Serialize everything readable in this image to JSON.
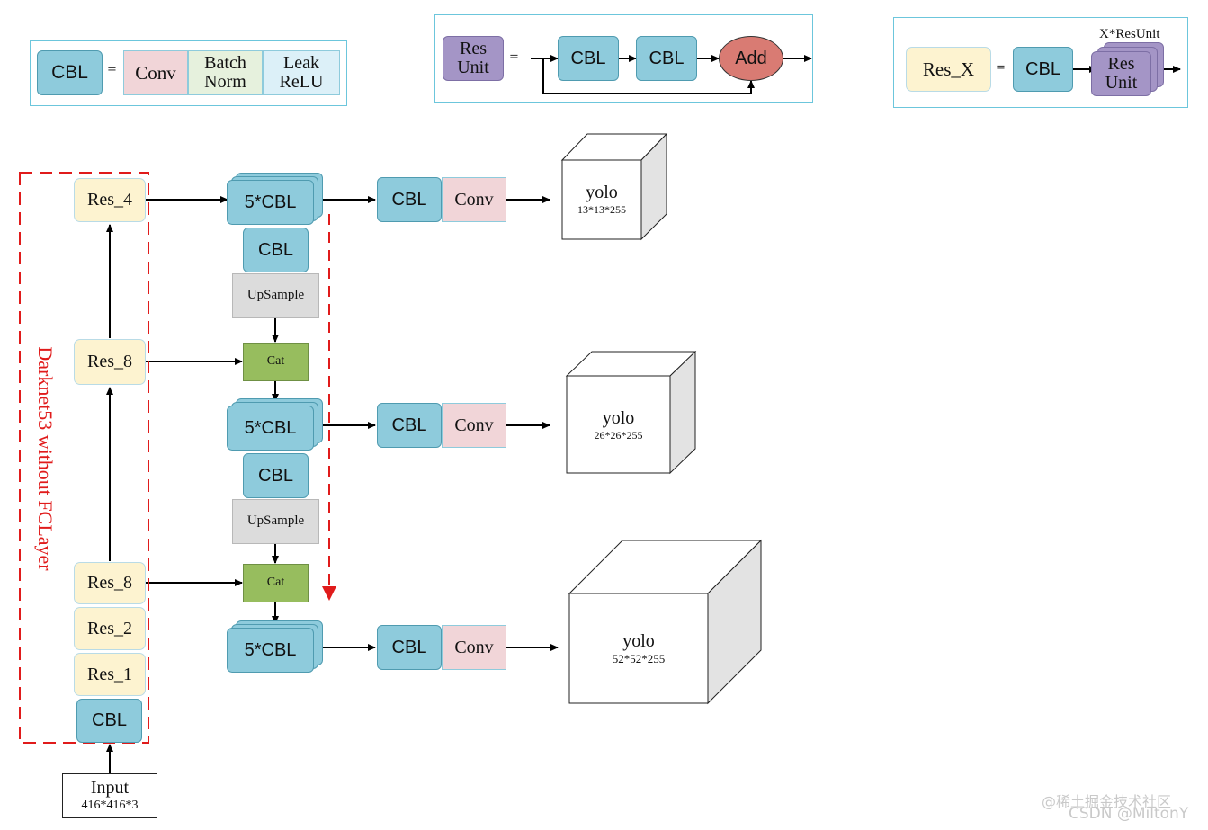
{
  "legends": {
    "cbl": {
      "cbl": "CBL",
      "eq": "=",
      "conv": "Conv",
      "bn_line1": "Batch",
      "bn_line2": "Norm",
      "relu_line1": "Leak",
      "relu_line2": "ReLU"
    },
    "resunit": {
      "unit_line1": "Res",
      "unit_line2": "Unit",
      "eq": "=",
      "cbl_a": "CBL",
      "cbl_b": "CBL",
      "add": "Add"
    },
    "resx": {
      "resx": "Res_X",
      "eq": "=",
      "cbl": "CBL",
      "count": "X*ResUnit",
      "unit_line1": "Res",
      "unit_line2": "Unit"
    }
  },
  "backbone": {
    "label": "Darknet53 without FCLayer",
    "res4": "Res_4",
    "res8_top": "Res_8",
    "res8_bottom": "Res_8",
    "res2": "Res_2",
    "res1": "Res_1",
    "cbl": "CBL",
    "input_line1": "Input",
    "input_line2": "416*416*3"
  },
  "neck": {
    "cbl5_a": "5*CBL",
    "cbl_a": "CBL",
    "upsample_a": "UpSample",
    "cat_a": "Cat",
    "cbl5_b": "5*CBL",
    "cbl_b": "CBL",
    "upsample_b": "UpSample",
    "cat_b": "Cat",
    "cbl5_c": "5*CBL"
  },
  "heads": [
    {
      "cbl": "CBL",
      "conv": "Conv",
      "name": "yolo",
      "shape": "13*13*255"
    },
    {
      "cbl": "CBL",
      "conv": "Conv",
      "name": "yolo",
      "shape": "26*26*255"
    },
    {
      "cbl": "CBL",
      "conv": "Conv",
      "name": "yolo",
      "shape": "52*52*255"
    }
  ],
  "watermark": {
    "line1": "@稀土掘金技术社区",
    "line2": "CSDN @MiltonY"
  },
  "colors": {
    "cbl": "#8ecbdc",
    "conv": "#f1d5d8",
    "res": "#fdf3d0",
    "unit": "#a495c6",
    "add": "#d97b73",
    "cat": "#97bd5e",
    "upsample": "#dcdcdc",
    "dashed": "#e01b1b"
  }
}
